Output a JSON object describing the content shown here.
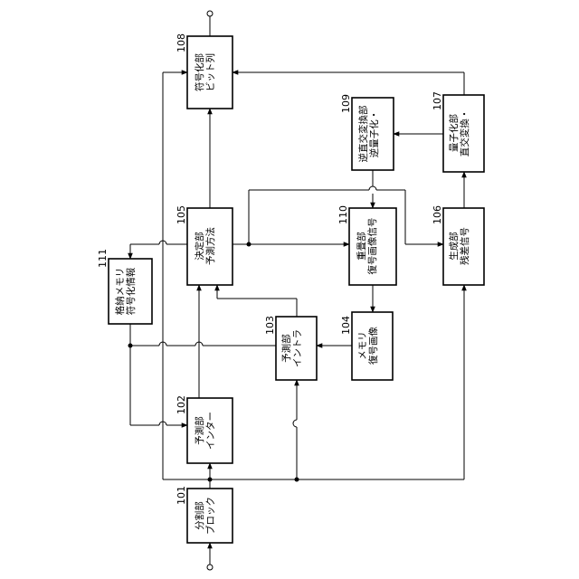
{
  "blocks": {
    "b101": {
      "num": "101",
      "line1": "ブロック",
      "line2": "分割部"
    },
    "b102": {
      "num": "102",
      "line1": "インター",
      "line2": "予測部"
    },
    "b103": {
      "num": "103",
      "line1": "イントラ",
      "line2": "予測部"
    },
    "b104": {
      "num": "104",
      "line1": "復号画像",
      "line2": "メモリ"
    },
    "b105": {
      "num": "105",
      "line1": "予測方法",
      "line2": "決定部"
    },
    "b106": {
      "num": "106",
      "line1": "残差信号",
      "line2": "生成部"
    },
    "b107": {
      "num": "107",
      "line1": "直交変換・",
      "line2": "量子化部"
    },
    "b108": {
      "num": "108",
      "line1": "ビット列",
      "line2": "符号化部"
    },
    "b109": {
      "num": "109",
      "line1": "逆量子化・",
      "line2": "逆直交変換部"
    },
    "b110": {
      "num": "110",
      "line1": "復号画像信号",
      "line2": "重畳部"
    },
    "b111": {
      "num": "111",
      "line1": "符号化情報",
      "line2": "格納メモリ"
    }
  }
}
